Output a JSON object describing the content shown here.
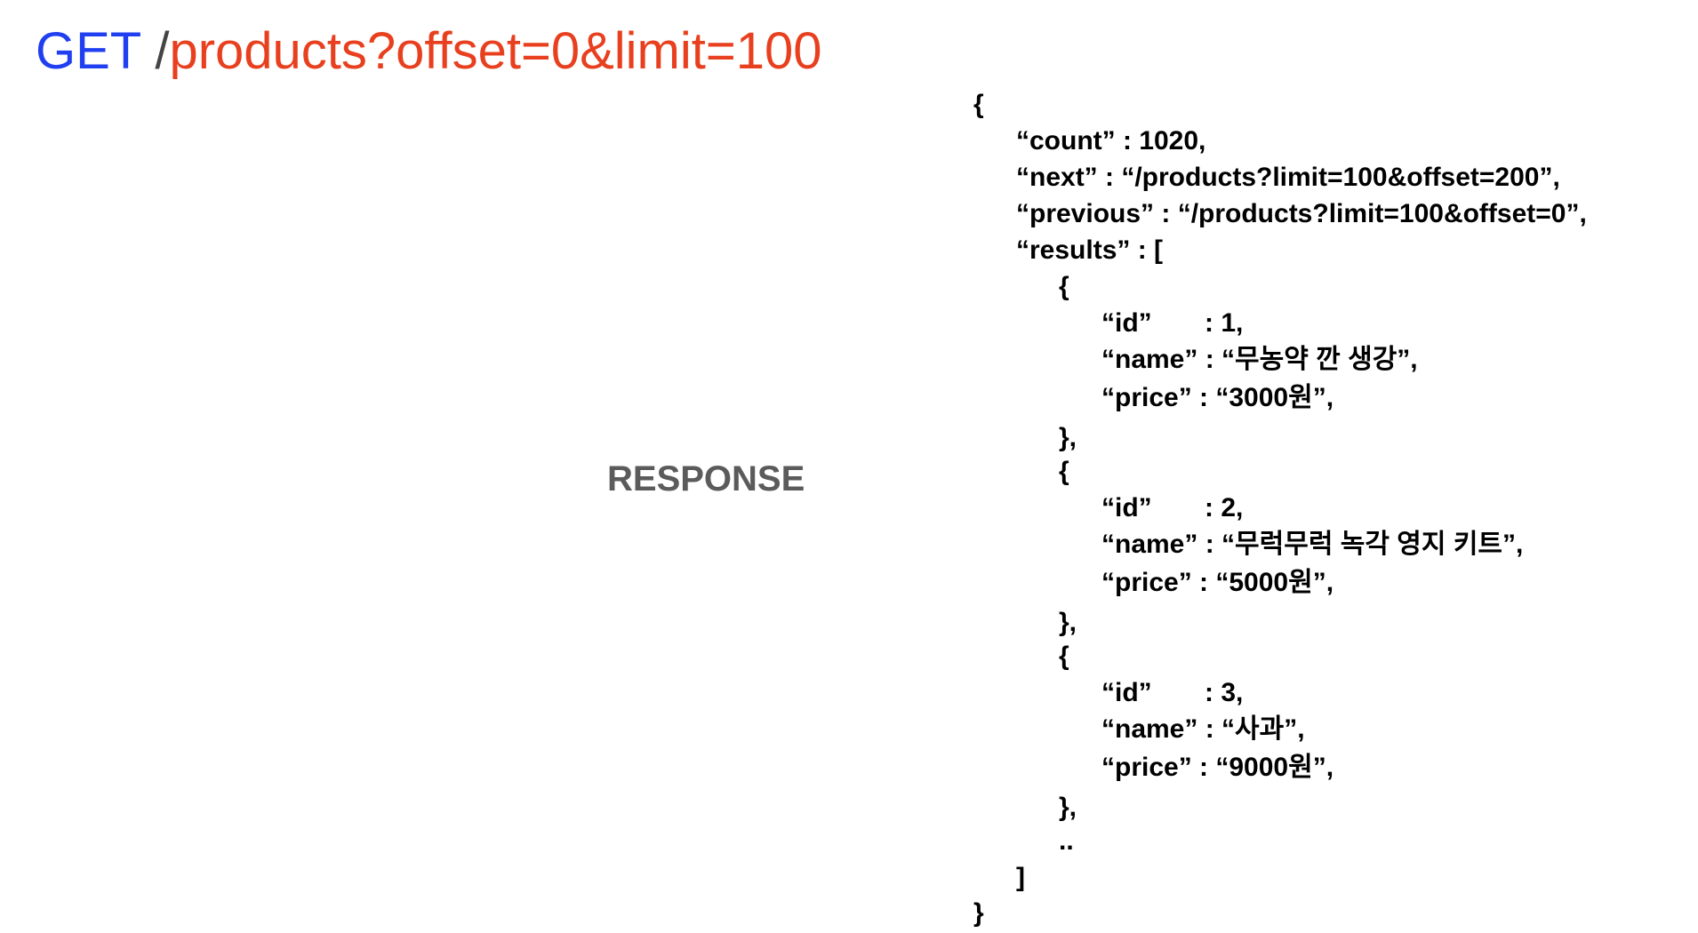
{
  "request": {
    "method": "GET",
    "slash": "/",
    "path": "products?offset=0&limit=100"
  },
  "response_label": "RESPONSE",
  "json": {
    "open_brace": "{",
    "count_line": "“count” : 1020,",
    "next_line": "“next” : “/products?limit=100&offset=200”,",
    "previous_line": "“previous” : “/products?limit=100&offset=0”,",
    "results_line": "“results” : [",
    "results": [
      {
        "open": "{",
        "id_key": "“id”",
        "id_value": ": 1,",
        "name_line": "“name” : “무농약 깐 생강”,",
        "price_line": "“price” : “3000원”,",
        "close": "},"
      },
      {
        "open": "{",
        "id_key": "“id”",
        "id_value": ": 2,",
        "name_line": "“name” : “무럭무럭 녹각 영지 키트”,",
        "price_line": "“price” : “5000원”,",
        "close": "},"
      },
      {
        "open": "{",
        "id_key": "“id”",
        "id_value": ": 3,",
        "name_line": "“name” : “사과”,",
        "price_line": "“price” : “9000원”,",
        "close": "},"
      }
    ],
    "ellipsis": "..",
    "close_bracket": "]",
    "close_brace": "}"
  }
}
